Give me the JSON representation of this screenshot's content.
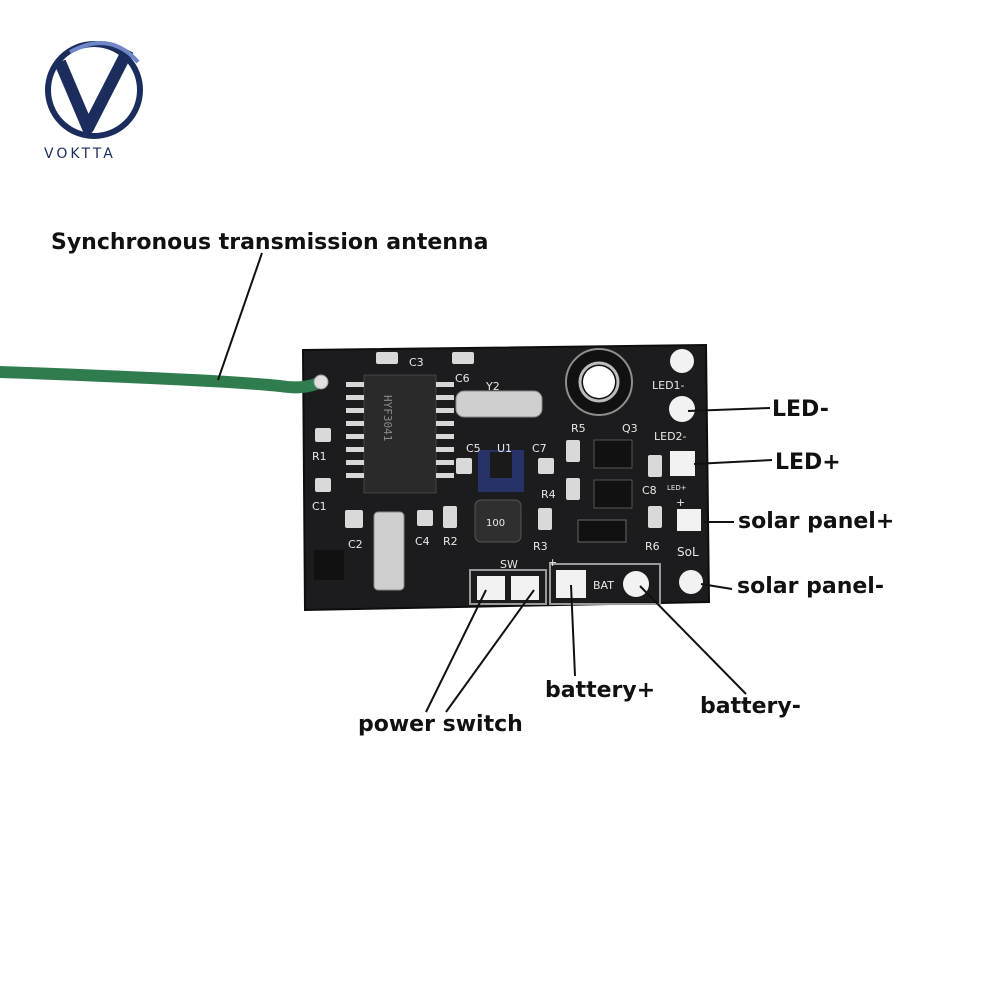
{
  "brand": {
    "name": "VOKTTA",
    "logo_letter": "V"
  },
  "callouts": {
    "antenna": "Synchronous transmission antenna",
    "led_minus": "LED-",
    "led_plus": "LED+",
    "solar_plus": "solar panel+",
    "solar_minus": "solar panel-",
    "battery_plus": "battery+",
    "battery_minus": "battery-",
    "power_switch": "power switch"
  },
  "board_labels": {
    "c3": "C3",
    "c6": "C6",
    "y2": "Y2",
    "c5": "C5",
    "u1": "U1",
    "c7": "C7",
    "r5": "R5",
    "q3": "Q3",
    "r1": "R1",
    "c1": "C1",
    "c2": "C2",
    "c4": "C4",
    "r2": "R2",
    "r4": "R4",
    "r3": "R3",
    "c8": "C8",
    "r6": "R6",
    "led1": "LED1-",
    "led2": "LED2-",
    "led_plus_small": "LED+",
    "sol": "SoL",
    "plus_sol": "+",
    "sw": "SW",
    "plus_bat": "+",
    "bat": "BAT",
    "ic_marking": "HYF3041",
    "inductor_marking": "100"
  },
  "colors": {
    "board": "#1c1c1e",
    "wire": "#2f7d4f",
    "pad": "#efefef",
    "brand_blue": "#1b2d5c"
  }
}
